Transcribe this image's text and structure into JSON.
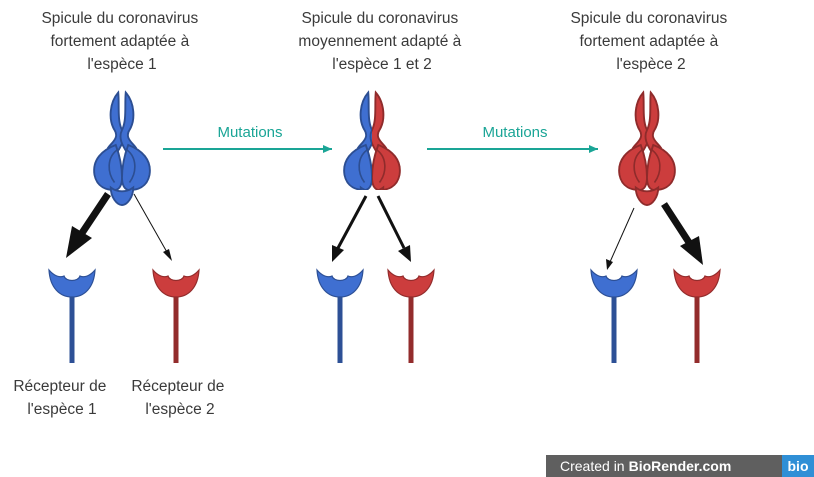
{
  "captions": {
    "spike1": [
      "Spicule du coronavirus",
      "fortement adaptée à",
      "l'espèce 1"
    ],
    "spike2": [
      "Spicule du coronavirus",
      "moyennement adapté à",
      "l'espèce 1 et 2"
    ],
    "spike3": [
      "Spicule du coronavirus",
      "fortement adaptée à",
      "l'espèce 2"
    ],
    "receptor1": [
      "Récepteur de",
      "l'espèce 1"
    ],
    "receptor2": [
      "Récepteur de",
      "l'espèce 2"
    ]
  },
  "mutations": [
    "Mutations",
    "Mutations"
  ],
  "colors": {
    "species1": "#3f6fd1",
    "species2": "#cc3d3d",
    "arrow": "#1aa596",
    "bindArrow": "#111111"
  },
  "credit": {
    "prefix": "Created in",
    "site": "BioRender.com",
    "logo": "bio"
  }
}
